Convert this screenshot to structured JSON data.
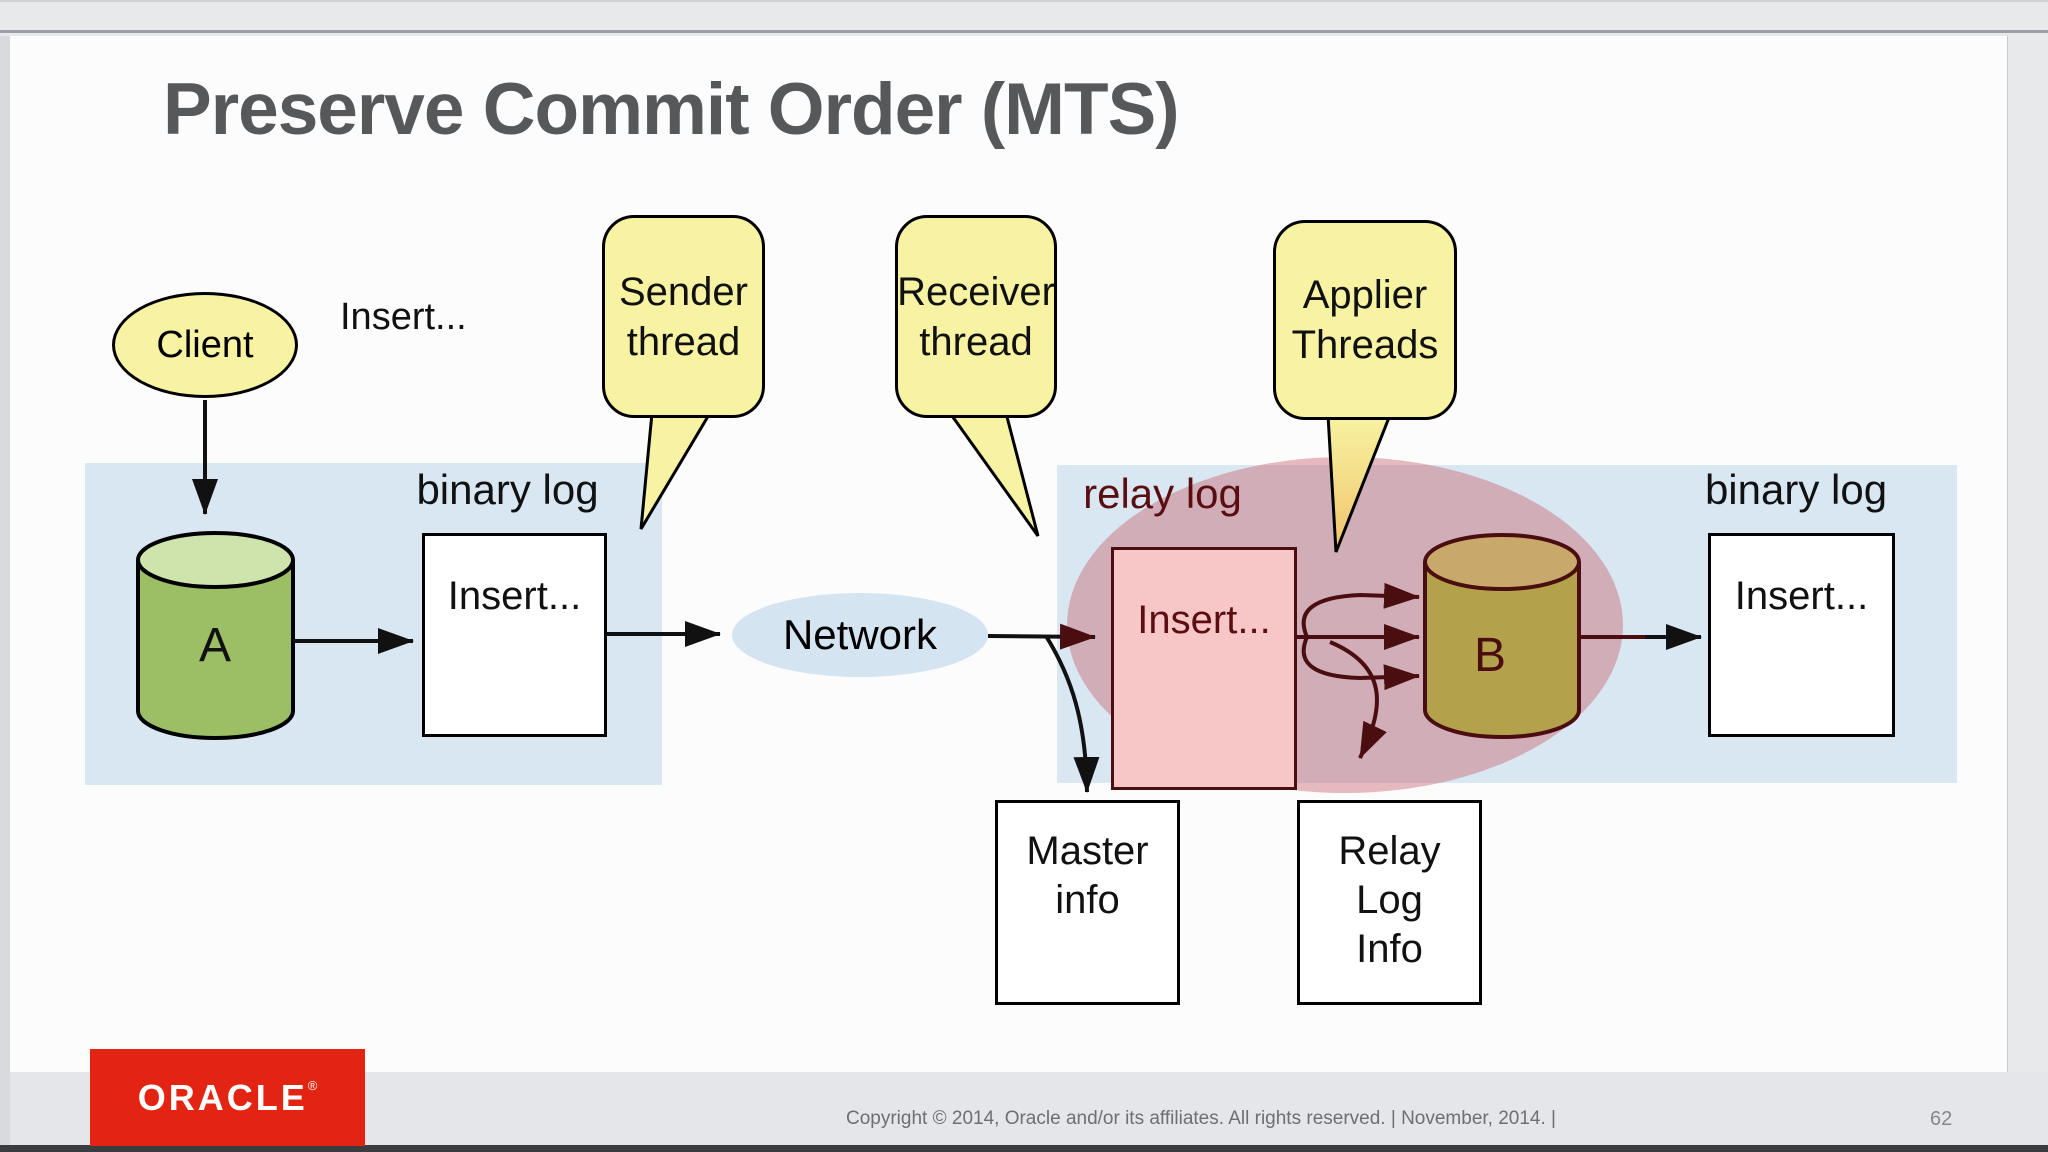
{
  "colors": {
    "yellow": "#f7f3a3",
    "blue": "#d9e7f3",
    "network-blue": "#d5e4f1",
    "pink-box": "#f7c6c6",
    "maroon": "#4a0d10",
    "relay-text": "#5a0e12",
    "green-body": "#9cbf66",
    "green-top": "#cfe3ac",
    "olive-body": "#b4a14b",
    "olive-top": "#c9a96b",
    "oracle-red": "#e32412",
    "title-gray": "#57585a",
    "highlight-pink": "#c65e64"
  },
  "slide": {
    "title": "Preserve Commit Order (MTS)"
  },
  "diagram": {
    "client": "Client",
    "query": "Insert...",
    "callouts": {
      "sender": "Sender\nthread",
      "receiver": "Receiver\nthread",
      "applier": "Applier\nThreads"
    },
    "labels": {
      "binary_log_left": "binary log",
      "relay_log": "relay log",
      "binary_log_right": "binary log",
      "network": "Network"
    },
    "boxes": {
      "binlog_left": "Insert...",
      "relay": "Insert...",
      "binlog_right": "Insert...",
      "master_info": "Master\ninfo",
      "relay_log_info": "Relay\nLog\nInfo"
    },
    "databases": {
      "master": "A",
      "replica": "B"
    }
  },
  "footer": {
    "brand": "ORACLE",
    "brand_reg": "®",
    "copyright": "Copyright © 2014, Oracle and/or its affiliates. All rights reserved. | November, 2014.  |",
    "page_number": "62"
  }
}
